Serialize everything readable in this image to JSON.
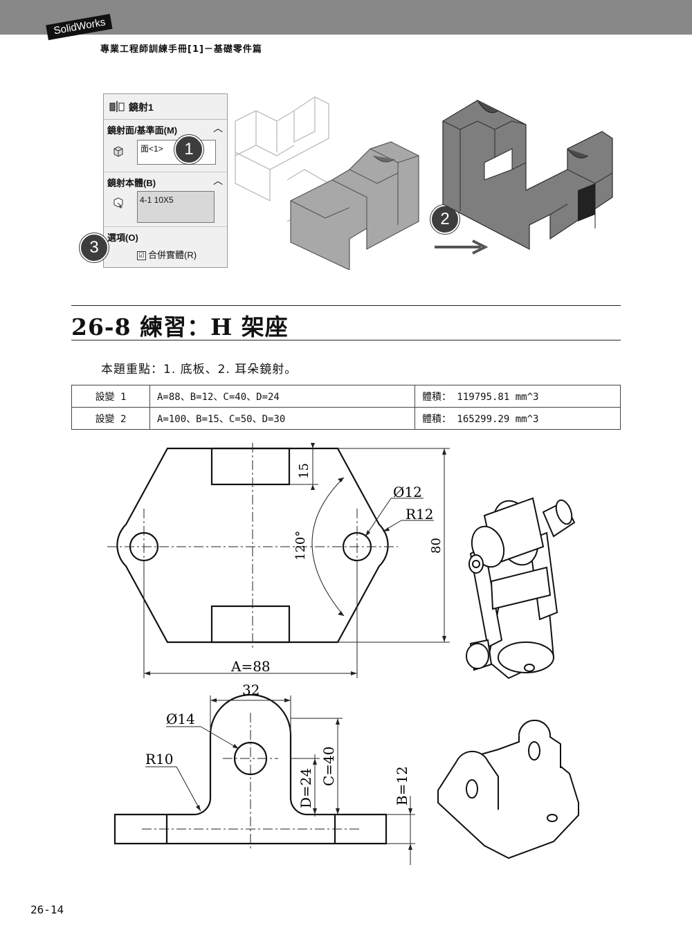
{
  "header": {
    "tag": "SolidWorks",
    "book_title": "專業工程師訓練手冊[1]－基礎零件篇"
  },
  "pm": {
    "title": "鏡射1",
    "mirror_face_label": "鏡射面/基準面(M)",
    "mirror_face_value": "面<1>",
    "bodies_label": "鏡射本體(B)",
    "bodies_value": "4-1 10X5",
    "options_label": "選項(O)",
    "merge_label": "合併實體(R)",
    "merge_checked": "☑"
  },
  "callouts": [
    "1",
    "2",
    "3"
  ],
  "section": {
    "title": "26-8 練習：H 架座",
    "focus": "本題重點：1. 底板、2. 耳朵鏡射。"
  },
  "table": {
    "rows": [
      {
        "name": "設變 1",
        "params": "A=88、B=12、C=40、D=24",
        "volume": "體積： 119795.81 mm^3"
      },
      {
        "name": "設變 2",
        "params": "A=100、B=15、C=50、D=30",
        "volume": "體積： 165299.29 mm^3"
      }
    ]
  },
  "drawing": {
    "dim_15": "15",
    "dim_phi12": "Ø12",
    "dim_r12": "R12",
    "dim_120": "120°",
    "dim_80": "80",
    "dim_a": "A=88",
    "dim_32": "32",
    "dim_phi14": "Ø14",
    "dim_r10": "R10",
    "dim_d": "D=24",
    "dim_c": "C=40",
    "dim_b": "B=12"
  },
  "footer": {
    "page_number": "26-14"
  }
}
